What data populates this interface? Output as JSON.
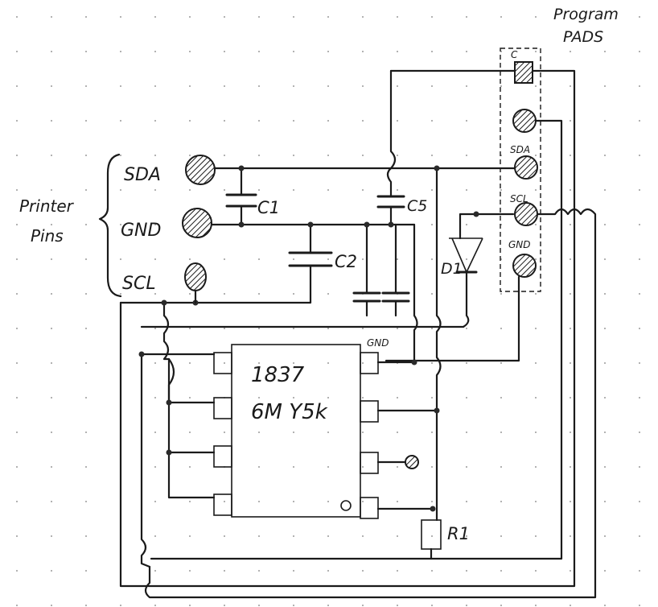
{
  "header": {
    "program_pads_line1": "Program",
    "program_pads_line2": "PADS"
  },
  "printer_pins": {
    "group_label_line1": "Printer",
    "group_label_line2": "Pins",
    "pins": [
      "SDA",
      "GND",
      "SCL"
    ]
  },
  "program_pads": {
    "labels": [
      "C",
      "SDA",
      "SCL",
      "GND"
    ]
  },
  "components": {
    "c1": "C1",
    "c2": "C2",
    "c5": "C5",
    "d1": "D1",
    "r1": "R1"
  },
  "ic": {
    "line1": "1837",
    "line2": "6M Y5k",
    "gnd_label": "GND"
  }
}
